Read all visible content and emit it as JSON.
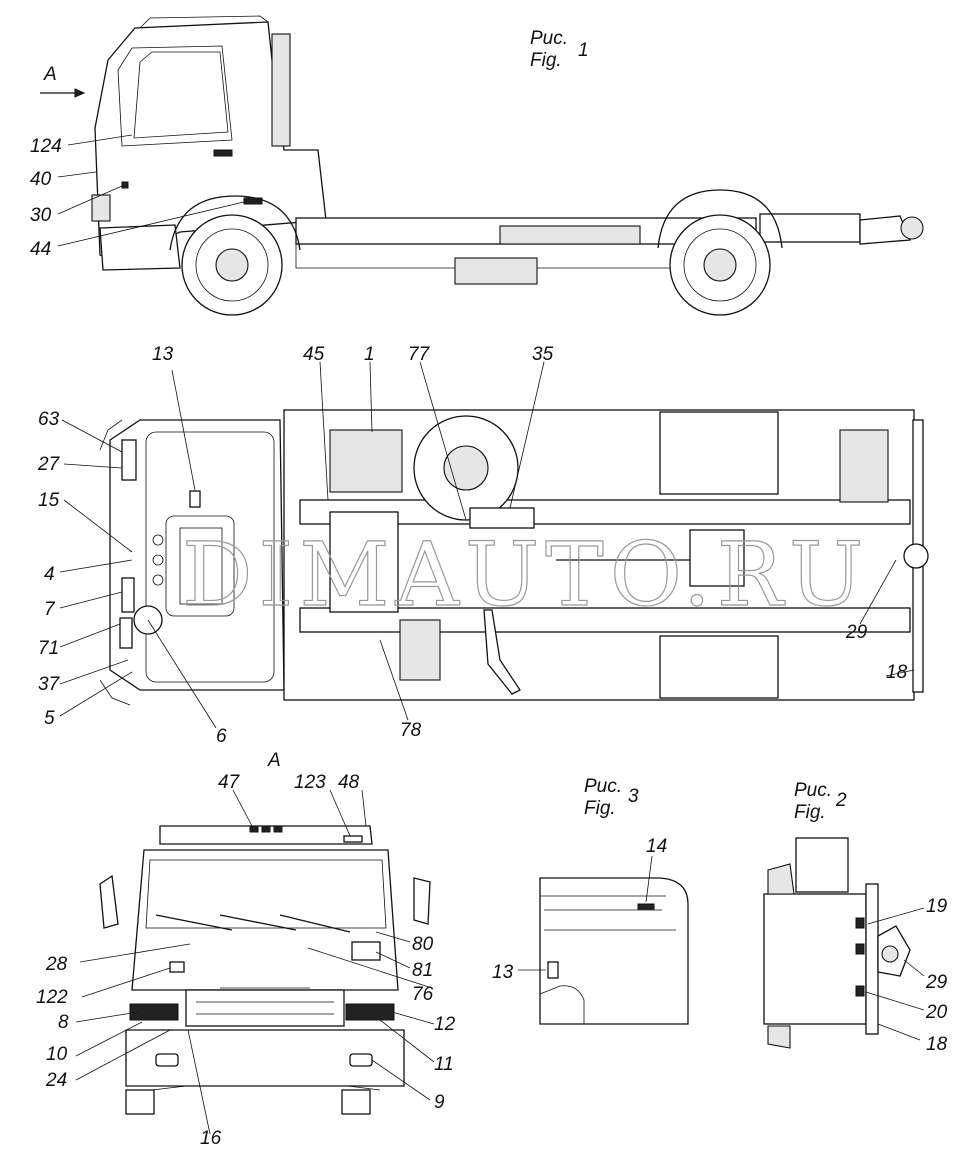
{
  "figures": {
    "fig1": {
      "ru": "Рис.",
      "en": "Fig.",
      "num": "1"
    },
    "fig2": {
      "ru": "Рис.",
      "en": "Fig.",
      "num": "2"
    },
    "fig3": {
      "ru": "Рис.",
      "en": "Fig.",
      "num": "3"
    }
  },
  "view_label": "A",
  "watermark": "DIMAUTO.RU",
  "callouts": {
    "side": [
      "124",
      "40",
      "30",
      "44"
    ],
    "top": [
      "13",
      "45",
      "1",
      "77",
      "35",
      "63",
      "27",
      "15",
      "4",
      "7",
      "71",
      "37",
      "5",
      "6",
      "78",
      "29",
      "18"
    ],
    "front": [
      "47",
      "123",
      "48",
      "80",
      "28",
      "81",
      "122",
      "76",
      "8",
      "12",
      "10",
      "11",
      "24",
      "9",
      "16"
    ],
    "fig3": [
      "14",
      "13"
    ],
    "fig2": [
      "19",
      "29",
      "20",
      "18"
    ]
  }
}
